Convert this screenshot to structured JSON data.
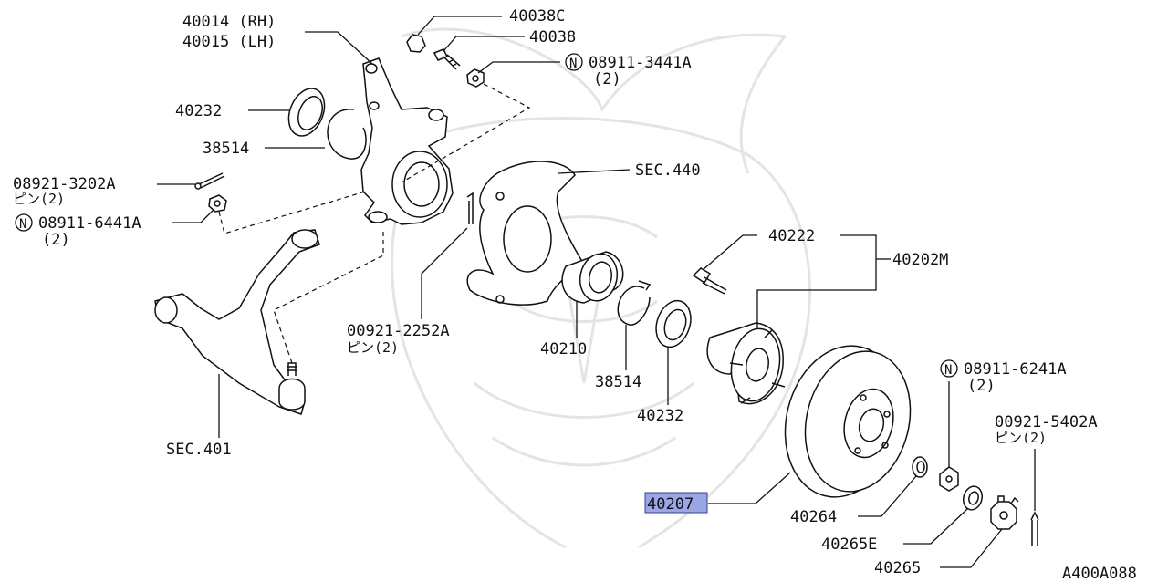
{
  "labels": {
    "knuckle_rh": "40014 (RH)",
    "knuckle_lh": "40015 (LH)",
    "cap": "40038C",
    "bolt": "40038",
    "nut_top": "08911-3441A",
    "nut_top_qty": "(2)",
    "seal_left": "40232",
    "snap_left": "38514",
    "pin_left": "08921-3202A",
    "pin_left_qty": "ピン(2)",
    "nut_left": "08911-6441A",
    "nut_left_qty": "(2)",
    "sec440": "SEC.440",
    "hub_bolt": "40222",
    "hub_assy": "40202M",
    "pin_mid": "00921-2252A",
    "pin_mid_qty": "ピン(2)",
    "bearing": "40210",
    "snap_mid": "38514",
    "seal_mid": "40232",
    "sec401": "SEC.401",
    "nut_right": "08911-6241A",
    "nut_right_qty": "(2)",
    "pin_right": "00921-5402A",
    "pin_right_qty": "ピン(2)",
    "rotor": "40207",
    "washer": "40264",
    "nut_e": "40265E",
    "nut_cap": "40265",
    "diagram_code": "A400A088",
    "n_symbol": "N"
  },
  "colors": {
    "highlight_fill": "#9aa6e6",
    "highlight_stroke": "#3a3f8f",
    "line": "#111111",
    "watermark": "#e4e4e4"
  },
  "highlighted_part": "rotor"
}
